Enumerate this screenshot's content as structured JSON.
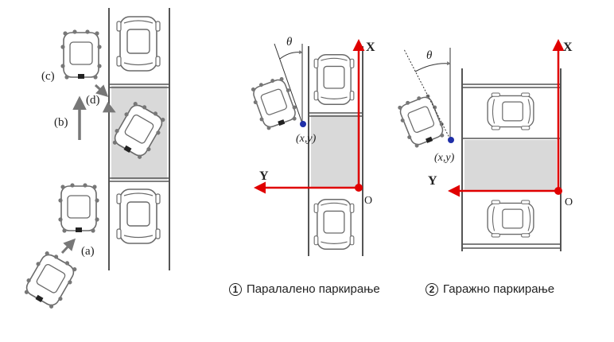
{
  "labels": {
    "a": "(a)",
    "b": "(b)",
    "c": "(c)",
    "d": "(d)",
    "theta": "θ",
    "point": "(x,y)",
    "x_axis": "X",
    "y_axis": "Y",
    "origin": "O"
  },
  "captions": [
    {
      "number": "1",
      "text": "Паралалено паркирање"
    },
    {
      "number": "2",
      "text": "Гаражно паркирање"
    }
  ],
  "colors": {
    "axis": "#e00000",
    "point": "#1f2fa8",
    "shade": "#d9d9d9",
    "line": "#555555",
    "car": "#6a6a6a"
  }
}
